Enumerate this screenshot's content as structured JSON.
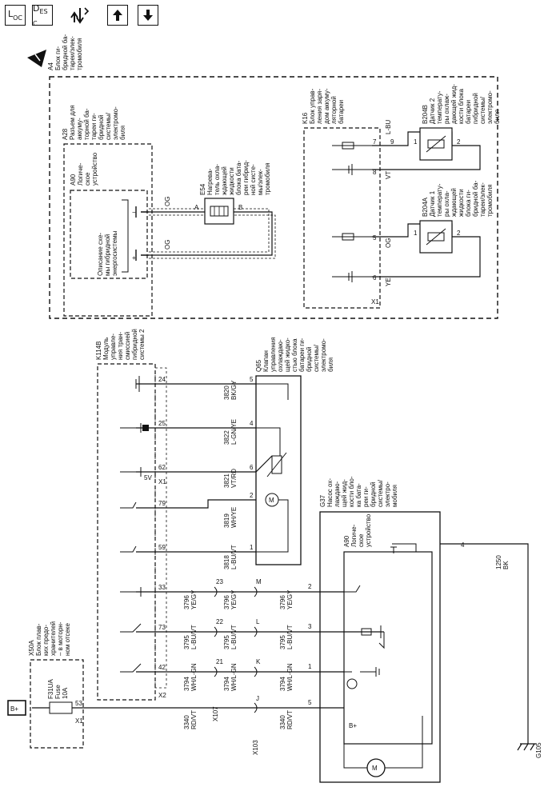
{
  "toolbar": {
    "loc_main": "L",
    "loc_sub": "O",
    "loc_sub2": "C",
    "desc_main": "D",
    "desc_sub": "E",
    "desc_sub2": "S",
    "desc_sub3": "C"
  },
  "a4": {
    "id": "A4",
    "lines": [
      "Блок ги-",
      "бридной ба-",
      "тареи/элек-",
      "тромобиля"
    ]
  },
  "a28": {
    "id": "A28",
    "lines": [
      "Разъем для",
      "аккуму-",
      "торной ба-",
      "тареи ги-",
      "бридной",
      "системы/",
      "электромо-",
      "биля"
    ]
  },
  "a90_top": {
    "id": "A90",
    "lines": [
      "Логиче-",
      "ское",
      "устройство"
    ]
  },
  "hybrid_desc": {
    "lines": [
      "Описание схе-",
      "мы гибридной",
      "энергосистемы"
    ]
  },
  "e54": {
    "id": "E54",
    "lines": [
      "Нагрева-",
      "тель охла-",
      "ждающей",
      "жидкости",
      "блока бата-",
      "реи гибрид-",
      "ной систе-",
      "мы/элек-",
      "тромобиля"
    ]
  },
  "k16": {
    "id": "K16",
    "lines": [
      "Блок управ-",
      "ления заря-",
      "дом аккуму-",
      "ляторной",
      "батареи"
    ]
  },
  "b204b": {
    "id": "B204B",
    "lines": [
      "Датчик 2",
      "температу-",
      "ры охлаж-",
      "дающей жид-",
      "кости блока",
      "батареи",
      "гибридной",
      "системы/",
      "электромо-",
      "биля"
    ]
  },
  "b204a": {
    "id": "B204A",
    "lines": [
      "Датчик 1",
      "температу-",
      "ры охла-",
      "ждающей",
      "жидкости",
      "блока ги-",
      "бридной ба-",
      "тареи/элек-",
      "тромобиля"
    ]
  },
  "k114b": {
    "id": "K114B",
    "lines": [
      "Модуль",
      "управле-",
      "ния тран-",
      "смиссией",
      "гибридной",
      "системы 2"
    ]
  },
  "q65": {
    "id": "Q65",
    "lines": [
      "Клапан",
      "управления",
      "охлаждаю-",
      "щей жидко-",
      "стью блока",
      "батареи ги-",
      "бридной",
      "системы/",
      "электромо-",
      "биля"
    ]
  },
  "x50a": {
    "id": "X50A",
    "lines": [
      "Блок плав-",
      "ких предо-",
      "хранителей",
      "– в моторн-",
      "ном отсеке"
    ]
  },
  "fuse": {
    "lines": [
      "F31UA",
      "Fuse",
      "10A"
    ]
  },
  "g37": {
    "id": "G37",
    "lines": [
      "Насос ох-",
      "лаждаю-",
      "щей жид-",
      "кости бло-",
      "ка бата-",
      "реи ги-",
      "бридной",
      "системы/",
      "электро-",
      "мобиля"
    ]
  },
  "a90_bot": {
    "id": "A90",
    "lines": [
      "Логиче-",
      "ское",
      "устройство"
    ]
  },
  "g105": "G105",
  "bplus": "B+",
  "wires": {
    "og1": "OG",
    "og2": "OG",
    "pin_a": "A",
    "pin_b": "B",
    "lbu": "L-BU",
    "vt": "VT",
    "og3": "OG",
    "ye": "YE",
    "w3820": [
      "3820",
      "BK/GY"
    ],
    "w3822": [
      "3822",
      "L-GN/YE"
    ],
    "w3821": [
      "3821",
      "VT/RD"
    ],
    "w3819": [
      "3819",
      "WH/YE"
    ],
    "w3818": [
      "3818",
      "L-BU/VT"
    ],
    "w3796": [
      "3796",
      "YE/GY"
    ],
    "w3795": [
      "3795",
      "L-BU/VT"
    ],
    "w3794": [
      "3794",
      "WH/L-GN"
    ],
    "w3340": [
      "3340",
      "RD/VT"
    ],
    "w1250": [
      "1250",
      "BK"
    ]
  },
  "pins": {
    "k16": [
      "7",
      "9",
      "8",
      "5",
      "6"
    ],
    "k114b": [
      "24",
      "25",
      "62",
      "79",
      "59",
      "33",
      "73",
      "42"
    ],
    "q65": [
      "5",
      "4",
      "6",
      "2",
      "1"
    ],
    "x107": [
      "23",
      "22",
      "21"
    ],
    "x103": [
      "M",
      "L",
      "K",
      "J"
    ],
    "g37": [
      "2",
      "3",
      "1",
      "5",
      "4"
    ],
    "conn": [
      "X1",
      "X2",
      "X107",
      "X103",
      "X1",
      "X1",
      "5V"
    ],
    "fuse_pin": "53",
    "s_pins": [
      "1",
      "2",
      "1",
      "2"
    ]
  }
}
